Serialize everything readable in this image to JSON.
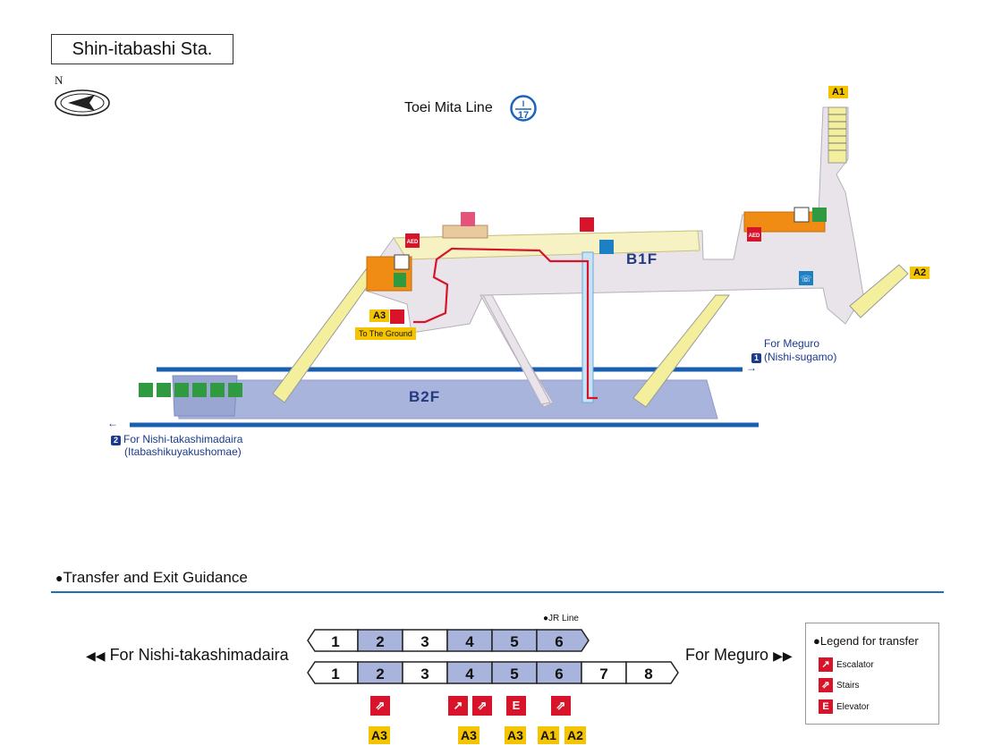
{
  "header": {
    "station_name": "Shin-itabashi Sta.",
    "compass_label": "N",
    "line_name": "Toei Mita Line",
    "line_code_top": "I",
    "line_code_num": "17"
  },
  "map": {
    "floor_b1": "B1F",
    "floor_b2": "B2F",
    "exits": {
      "a1": "A1",
      "a2": "A2",
      "a3": "A3"
    },
    "to_ground": "To The Ground",
    "aed_label": "AED",
    "direction_meguro": {
      "num": "1",
      "line1": "For Meguro",
      "line2": "(Nishi-sugamo)"
    },
    "direction_nishi": {
      "num": "2",
      "line1": "For Nishi-takashimadaira",
      "line2": "(Itabashikuyakushomae)"
    },
    "icons": [
      "toilet-icon",
      "accessible-toilet-icon",
      "baby-care-icon",
      "ostomate-icon",
      "diaper-change-icon",
      "multi-purpose-icon",
      "aed-icon",
      "ticket-gate-icon",
      "ticket-machine-icon",
      "coin-locker-icon",
      "telephone-icon",
      "elevator-icon",
      "escalator-icon",
      "stairs-icon"
    ],
    "colors": {
      "concourse": "#e8e4ea",
      "platform": "#a9b4dc",
      "track": "#1a5eb0",
      "stairs": "#f3ef9d",
      "facility": "#f08c14",
      "route": "#d7142a"
    }
  },
  "guidance": {
    "title": "Transfer and Exit Guidance",
    "left_direction": "For Nishi-takashimadaira",
    "right_direction": "For Meguro",
    "jr_note": "JR Line",
    "train_top": [
      "1",
      "2",
      "3",
      "4",
      "5",
      "6"
    ],
    "train_bottom": [
      "1",
      "2",
      "3",
      "4",
      "5",
      "6",
      "7",
      "8"
    ],
    "highlighted_cars": [
      "2",
      "4",
      "5",
      "6"
    ],
    "exit_tags": [
      "A3",
      "A3",
      "A3",
      "A1",
      "A2"
    ],
    "legend": {
      "title": "Legend for transfer",
      "escalator": "Escalator",
      "stairs": "Stairs",
      "elevator": "Elevator"
    }
  }
}
